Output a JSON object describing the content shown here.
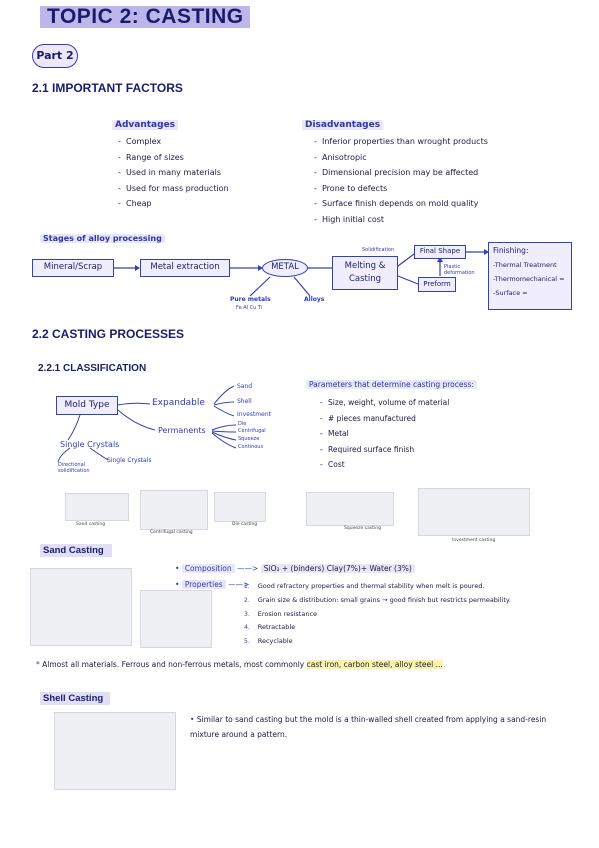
{
  "header": {
    "title": "TOPIC 2: CASTING",
    "part": "Part 2"
  },
  "s21": {
    "heading": "2.1 IMPORTANT FACTORS",
    "adv_title": "Advantages",
    "advantages": [
      "Complex",
      "Range of sizes",
      "Used in many materials",
      "Used for mass production",
      "Cheap"
    ],
    "dis_title": "Disadvantages",
    "disadvantages": [
      "Inferior properties than wrought products",
      "Anisotropic",
      "Dimensional precision may be affected",
      "Prone to defects",
      "Surface finish depends on mold quality",
      "High initial cost"
    ],
    "stages_title": "Stages of alloy processing",
    "flow": {
      "mineral": "Mineral/Scrap",
      "extraction": "Metal extraction",
      "metal": "METAL",
      "melting": "Melting & Casting",
      "solidification": "Solidification",
      "final_shape": "Final Shape",
      "plastic": "Plastic deformation",
      "preform": "Preform",
      "pure_metals": "Pure metals",
      "pure_sub": "Fe Al Cu Ti",
      "alloys": "Alloys",
      "finishing_title": "Finishing:",
      "finishing": [
        "-Thermal Treatment",
        "-Thermomechanical =",
        "-Surface ="
      ]
    }
  },
  "s22": {
    "heading": "2.2 CASTING PROCESSES",
    "sub": "2.2.1 CLASSIFICATION",
    "mold_type": "Mold Type",
    "expandable": "Expandable",
    "permanent": "Permanents",
    "exp_items": [
      "Sand",
      "Shell",
      "Investment"
    ],
    "perm_items": [
      "Die",
      "Centrifugal",
      "Squeeze",
      "Continous"
    ],
    "single_crystals": "Single Crystals",
    "directional": "Directional solidification",
    "single_crystals2": "Single Crystals",
    "params_title": "Parameters that determine casting process:",
    "params": [
      "Size, weight, volume of material",
      "# pieces manufactured",
      "Metal",
      "Required surface finish",
      "Cost"
    ],
    "captions": [
      "Sand casting",
      "Centrifugal casting",
      "Die casting",
      "Squeeze casting",
      "Investment casting"
    ]
  },
  "sand": {
    "title": "Sand Casting",
    "composition_label": "Composition",
    "composition": "SiO₂ + (binders) Clay(7%)+ Water (3%)",
    "properties_label": "Properties",
    "properties": [
      "Good refractory properties and thermal stability when melt is poured.",
      "Grain size & distribution: small grains → good finish but restricts permeability.",
      "Erosion resistance",
      "Retractable",
      "Recyclable"
    ],
    "nums": [
      "1.",
      "2.",
      "3.",
      "4.",
      "5."
    ],
    "note_pre": "Almost all materials. Ferrous and non-ferrous metals, most commonly ",
    "note_hl": "cast iron, carbon steel, alloy steel ..."
  },
  "shell": {
    "title": "Shell Casting",
    "desc": "Similar to sand casting but the mold is a thin-walled shell created from applying a sand-resin mixture around a pattern."
  },
  "colors": {
    "accent": "#3441b0",
    "highlight": "#bdb6ea",
    "yellow": "#fbf3a8"
  }
}
